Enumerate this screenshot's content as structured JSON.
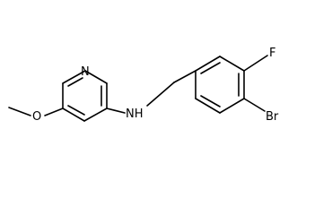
{
  "molecule": {
    "atom_labels": {
      "pyridine_n": "N",
      "amine_nh": "NH",
      "bromine": "Br",
      "fluorine": "F",
      "methoxy_o": "O"
    }
  },
  "colors": {
    "bond": "#000000",
    "label": "#000000",
    "background": "#ffffff"
  }
}
